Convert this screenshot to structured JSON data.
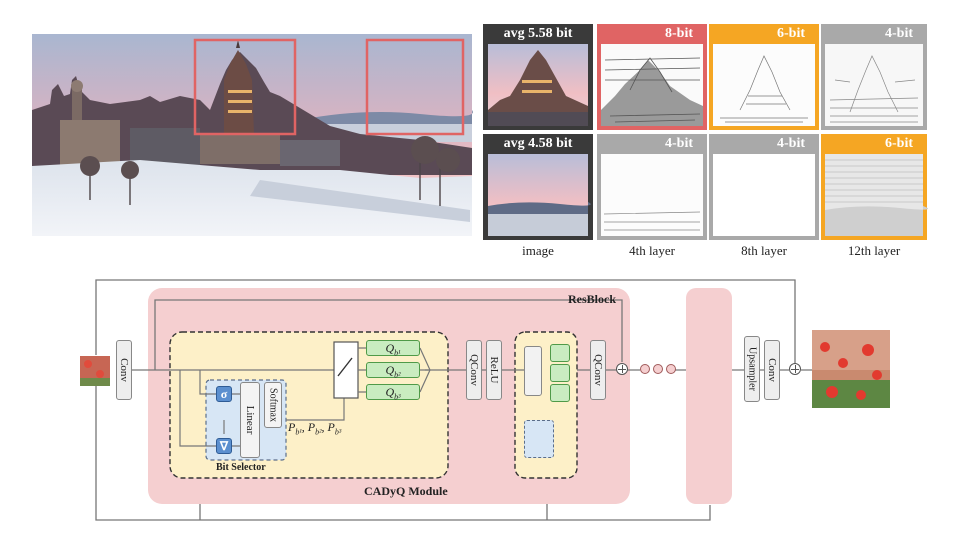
{
  "top_panel": {
    "summary_badges": [
      {
        "text": "avg 5.58 bit"
      },
      {
        "text": "avg 4.58 bit"
      }
    ],
    "row1_badges": [
      {
        "text": "8-bit",
        "color": "#e06464"
      },
      {
        "text": "6-bit",
        "color": "#f5a623"
      },
      {
        "text": "4-bit",
        "color": "#a9a9a9"
      }
    ],
    "row2_badges": [
      {
        "text": "4-bit",
        "color": "#a9a9a9"
      },
      {
        "text": "4-bit",
        "color": "#a9a9a9"
      },
      {
        "text": "6-bit",
        "color": "#f5a623"
      }
    ],
    "captions": [
      "image",
      "4th layer",
      "8th layer",
      "12th layer"
    ]
  },
  "diagram": {
    "conv_in": "Conv",
    "resblock_label": "ResBlock",
    "module_label": "CADyQ Module",
    "bit_selector_label": "Bit Selector",
    "sigma_symbol": "σ",
    "grad_symbol": "∇",
    "linear_label": "Linear",
    "softmax_label": "Softmax",
    "prob_label": "P",
    "prob_subs": [
      "b¹",
      "b²",
      "b³"
    ],
    "q_label": "Q",
    "q_subs": [
      "b¹",
      "b²",
      "b³"
    ],
    "qconv1": "QConv",
    "relu": "ReLU",
    "qconv2": "QConv",
    "upsampler": "Upsampler",
    "conv_out": "Conv"
  },
  "colors": {
    "resblock_fill": "#f5cfd0",
    "module_fill": "#fdf0c8",
    "selector_fill": "#d7e6f5",
    "blue_box": "#5b8fcf",
    "green_box": "#c9ecc0",
    "green_border": "#4f9a48",
    "red_box": "#e06464",
    "orange_box": "#f5a623",
    "gray_box": "#a9a9a9"
  }
}
